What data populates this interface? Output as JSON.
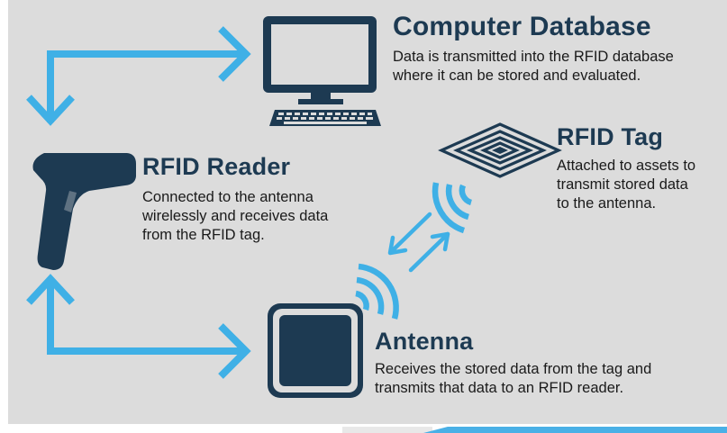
{
  "colors": {
    "background": "#dcdcdc",
    "icon": "#1d3a52",
    "arrow": "#3fb0e6",
    "text": "#1a1a1a"
  },
  "nodes": {
    "computer": {
      "icon": "computer-monitor-icon",
      "title": "Computer Database",
      "desc": [
        "Data is transmitted into the RFID database",
        "where it can be stored and evaluated."
      ]
    },
    "reader": {
      "icon": "rfid-scanner-gun-icon",
      "title": "RFID Reader",
      "desc": [
        "Connected to the antenna",
        "wirelessly and receives data",
        "from the RFID tag."
      ]
    },
    "tag": {
      "icon": "rfid-tag-icon",
      "title": "RFID Tag",
      "desc": [
        "Attached to assets to",
        "transmit stored data",
        "to the antenna."
      ]
    },
    "antenna": {
      "icon": "antenna-square-icon",
      "title": "Antenna",
      "desc": [
        "Receives the stored data from the tag and",
        "transmits that data to an RFID reader."
      ]
    }
  }
}
